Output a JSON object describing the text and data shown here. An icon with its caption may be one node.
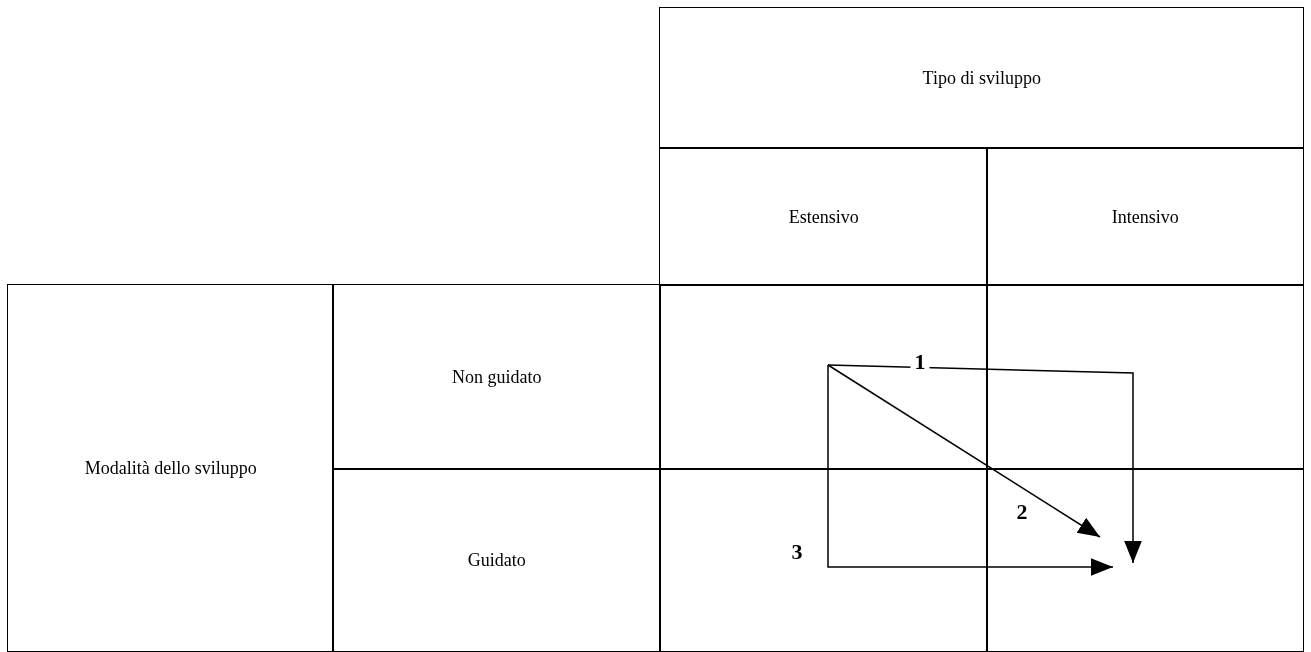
{
  "diagram": {
    "nodes": [
      {
        "text": [],
        "shape": "box"
      },
      {
        "text": [],
        "shape": "box"
      }
    ],
    "edges": [
      {
        "from": 0,
        "to": 1,
        "arrow": "to",
        "label": "1"
      },
      {
        "from": 0,
        "to": 1,
        "arrow": "to",
        "label": "2"
      },
      {
        "from": 0,
        "to": 1,
        "arrow": "to",
        "label": "3"
      }
    ],
    "labels": [
      "Tipo di sviluppo",
      "Estensivo",
      "Intensivo",
      "Modalità dello sviluppo",
      "Non guidato",
      "Guidato"
    ]
  }
}
